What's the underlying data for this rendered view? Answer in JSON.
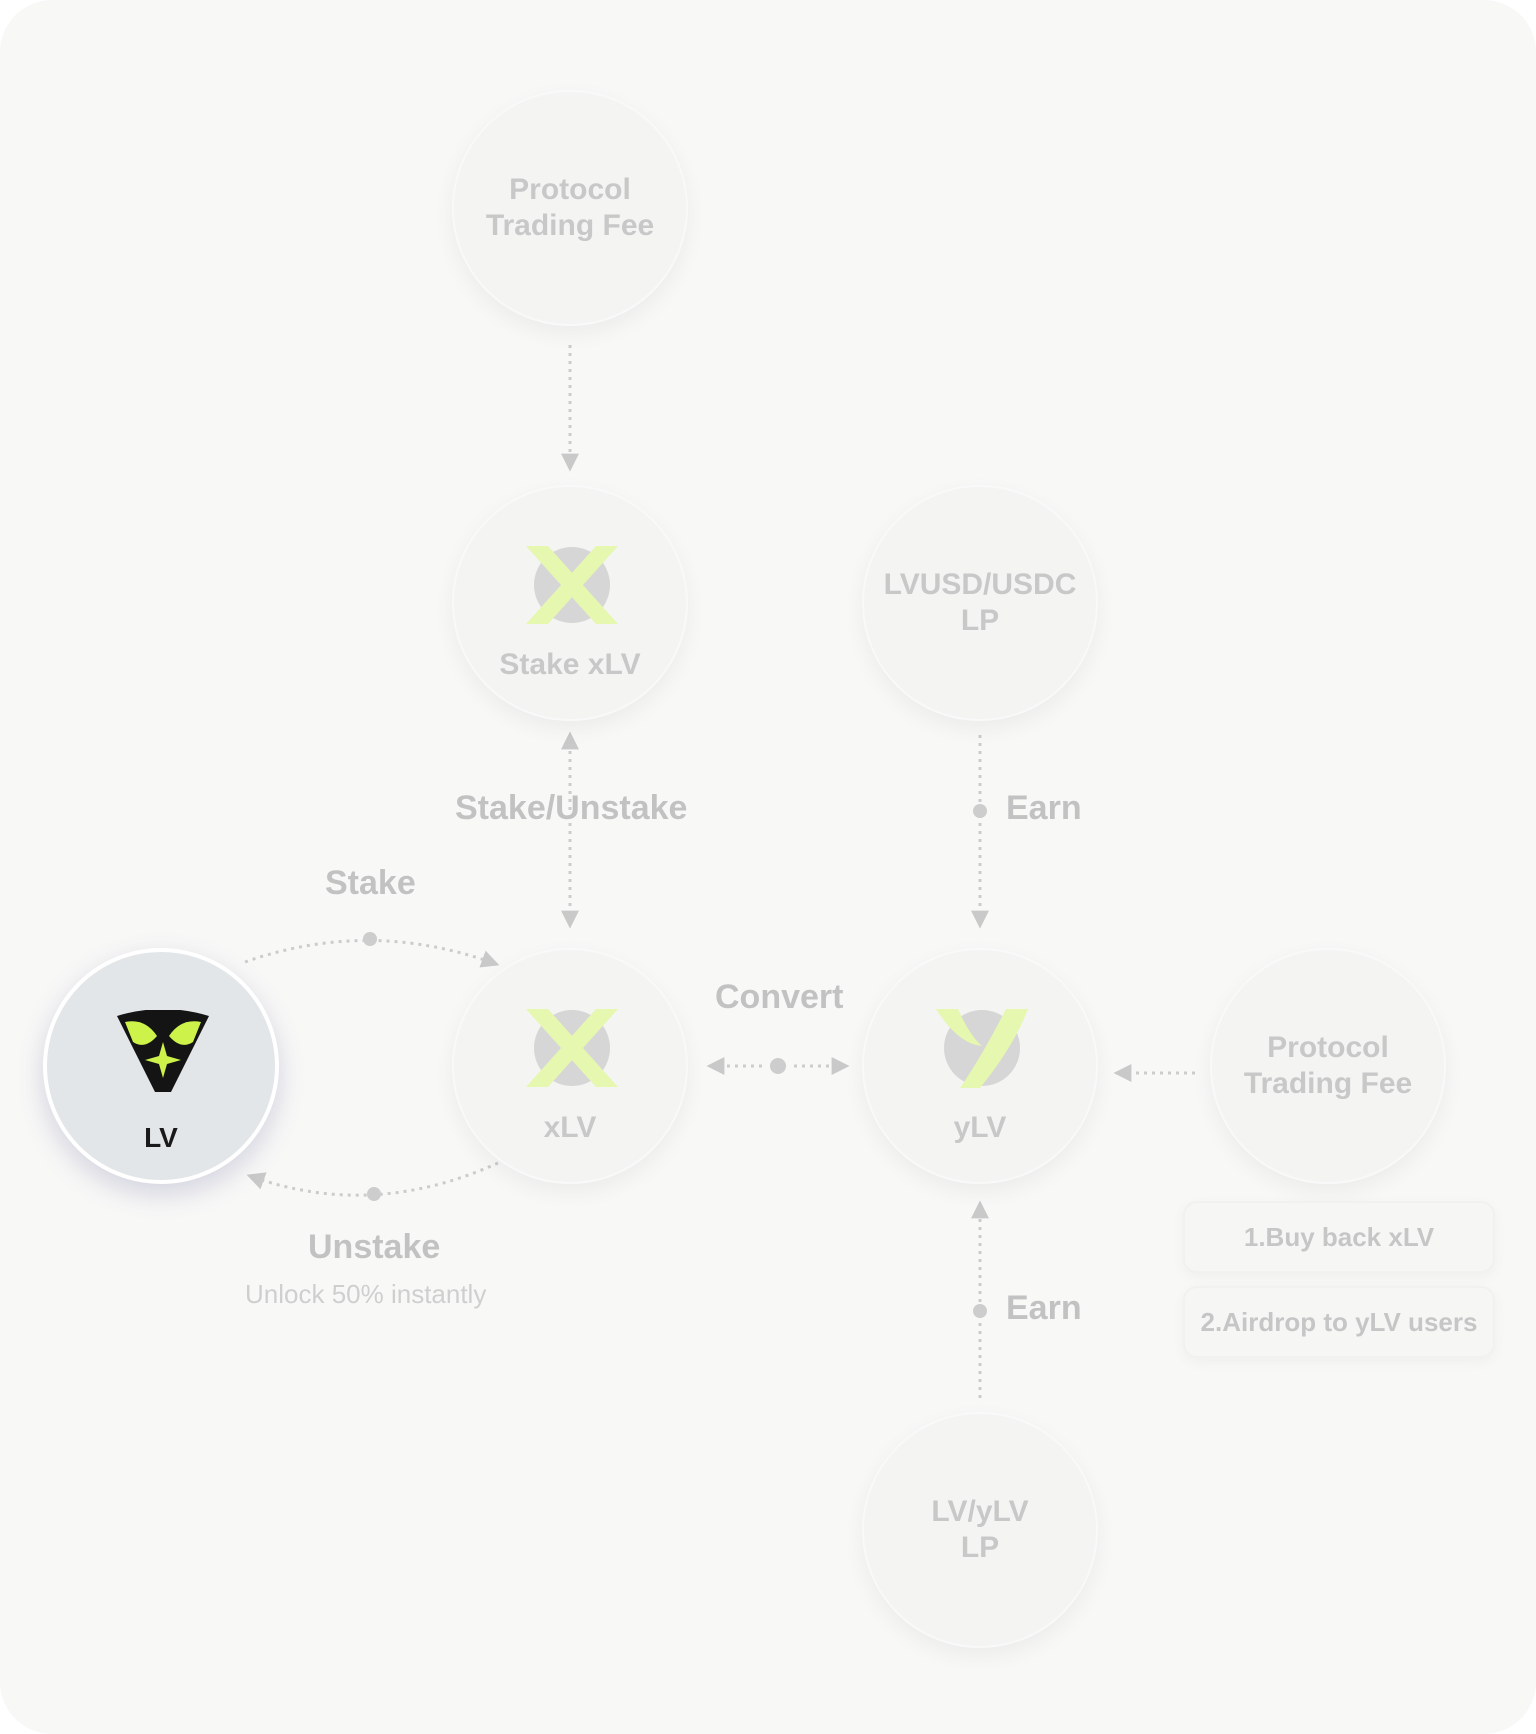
{
  "nodes": {
    "top_fee": "Protocol\nTrading Fee",
    "stake_xlv": "Stake xLV",
    "lvusd_lp": "LVUSD/USDC\nLP",
    "lv": "LV",
    "xlv": "xLV",
    "ylv": "yLV",
    "right_fee": "Protocol\nTrading Fee",
    "lv_ylv_lp": "LV/yLV\nLP"
  },
  "edges": {
    "stake_unstake": "Stake/Unstake",
    "earn_top": "Earn",
    "stake": "Stake",
    "convert": "Convert",
    "unstake": "Unstake",
    "unstake_note": "Unlock 50% instantly",
    "earn_bottom": "Earn"
  },
  "fee_actions": [
    "1.Buy back xLV",
    "2.Airdrop to yLV users"
  ],
  "colors": {
    "accent": "#cdf24a",
    "accent_faded": "#e6f7b0",
    "node_fill": "#f4f4f3",
    "lv_node_fill": "#e3e6e8",
    "text_faded": "#c4c4c4",
    "line": "#cccccc"
  },
  "icons": {
    "lv": "lv-logo-icon",
    "xlv": "xlv-logo-icon",
    "ylv": "ylv-logo-icon"
  }
}
